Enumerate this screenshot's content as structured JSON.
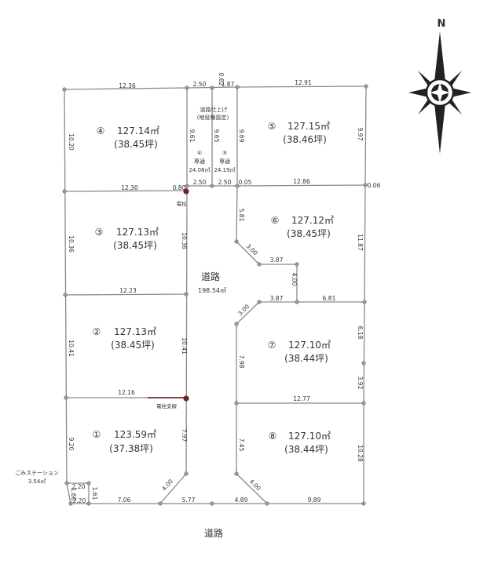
{
  "compass": {
    "label": "N"
  },
  "lots": [
    {
      "no": "④",
      "area": "127.14㎡",
      "tsubo": "(38.45坪)"
    },
    {
      "no": "③",
      "area": "127.13㎡",
      "tsubo": "(38.45坪)"
    },
    {
      "no": "②",
      "area": "127.13㎡",
      "tsubo": "(38.45坪)"
    },
    {
      "no": "①",
      "area": "123.59㎡",
      "tsubo": "(37.38坪)"
    },
    {
      "no": "⑤",
      "area": "127.15㎡",
      "tsubo": "(38.46坪)"
    },
    {
      "no": "⑥",
      "area": "127.12㎡",
      "tsubo": "(38.45坪)"
    },
    {
      "no": "⑦",
      "area": "127.10㎡",
      "tsubo": "(38.44坪)"
    },
    {
      "no": "⑧",
      "area": "127.10㎡",
      "tsubo": "(38.44坪)"
    }
  ],
  "labels": {
    "road_finish_1": "道路仕上げ",
    "road_finish_2": "(地役権設定)",
    "passage4_no": "④",
    "passage4_name": "専通",
    "passage4_area": "24.08㎡",
    "passage5_no": "⑤",
    "passage5_name": "専通",
    "passage5_area": "24.19㎡",
    "inner_road": "道路",
    "inner_road_area": "198.54㎡",
    "pole": "電柱",
    "pole_stay": "電柱支線",
    "garbage": "ごみステーション",
    "garbage_area": "3.54㎡",
    "front_road": "道路"
  },
  "dims": {
    "d1236": "12.36",
    "d250a": "2.50",
    "d062": "0.62",
    "d187": "1.87",
    "d1291": "12.91",
    "d1020": "10.20",
    "d961a": "9.61",
    "d965": "9.65",
    "d969": "9.69",
    "d997": "9.97",
    "d1230": "12.30",
    "d080": "0.80",
    "d250b": "2.50",
    "d250c": "2.50",
    "d005": "0.05",
    "d1286": "12.86",
    "d006": "0.06",
    "d1036a": "10.36",
    "d1036b": "10.36",
    "d581": "5.81",
    "d300a": "3.00",
    "d387a": "3.87",
    "d400v": "4.00",
    "d1187": "11.87",
    "d1223": "12.23",
    "d300b": "3.00",
    "d387b": "3.87",
    "d681": "6.81",
    "d1041a": "10.41",
    "d1041b": "10.41",
    "d798": "7.98",
    "d618": "6.18",
    "d392": "3.92",
    "d1216": "12.16",
    "d1277": "12.77",
    "d920": "9.20",
    "d797": "7.97",
    "d745": "7.45",
    "d1028": "10.28",
    "d220a": "2.20",
    "d160": "1.60",
    "d161": "1.61",
    "d220b": "2.20",
    "d706": "7.06",
    "d400a": "4.00",
    "d577": "5.77",
    "d489": "4.89",
    "d400b": "4.00",
    "d989": "9.89"
  }
}
